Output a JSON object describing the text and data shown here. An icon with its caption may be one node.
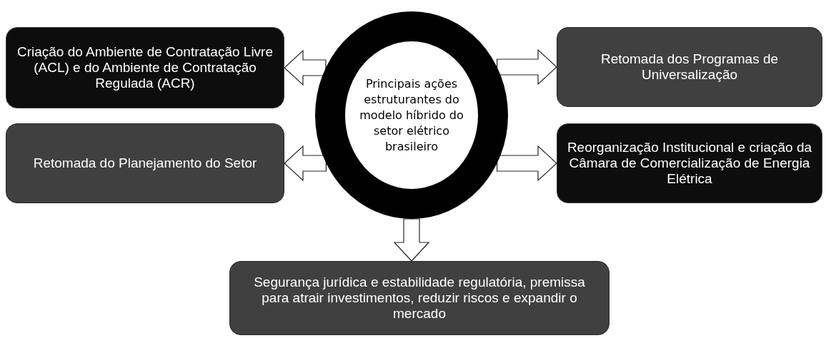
{
  "diagram": {
    "nodes": [
      {
        "text": [
          "Criação do Ambiente de Contratação Livre (ACL) e do Ambiente de Contratação Regulada (ACR)"
        ]
      },
      {
        "text": [
          "Principais ações estruturantes do modelo híbrido do setor elétrico brasileiro"
        ]
      },
      {
        "text": [
          "Retomada dos Programas de Universalização"
        ]
      },
      {
        "text": [
          "Retomada do Planejamento do Setor"
        ]
      },
      {
        "text": [
          "Reorganização Institucional e criação da Câmara de Comercialização de Energia Elétrica"
        ]
      },
      {
        "text": [
          "Segurança jurídica e estabilidade regulatória, premissa para atrair investimentos, reduzir riscos e expandir o mercado"
        ]
      }
    ],
    "edges": [
      {
        "from": 1,
        "to": 0,
        "arrow": "to"
      },
      {
        "from": 1,
        "to": 2,
        "arrow": "to"
      },
      {
        "from": 1,
        "to": 3,
        "arrow": "to"
      },
      {
        "from": 1,
        "to": 4,
        "arrow": "to"
      },
      {
        "from": 1,
        "to": 5,
        "arrow": "to"
      }
    ]
  }
}
